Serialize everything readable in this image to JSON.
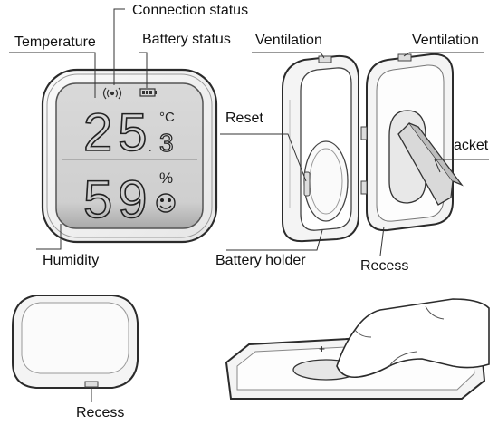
{
  "labels": {
    "connection_status": "Connection status",
    "temperature": "Temperature",
    "battery_status": "Battery status",
    "ventilation_left": "Ventilation",
    "ventilation_right": "Ventilation",
    "reset": "Reset",
    "bracket": "Bracket",
    "humidity": "Humidity",
    "battery_holder": "Battery holder",
    "recess_top": "Recess",
    "recess_bottom": "Recess"
  },
  "display": {
    "temp_integer": "25",
    "temp_decimal": "3",
    "temp_unit": "°C",
    "humidity_value": "59",
    "humidity_unit": "%"
  },
  "colors": {
    "screen": "#d2d2d2",
    "screen_bottom": "#a8a8a8",
    "device_body": "#f3f3f3",
    "outline": "#2b2b2b"
  },
  "icons": {
    "connection": "signal-icon",
    "battery": "battery-icon",
    "comfort": "smiley-icon"
  }
}
